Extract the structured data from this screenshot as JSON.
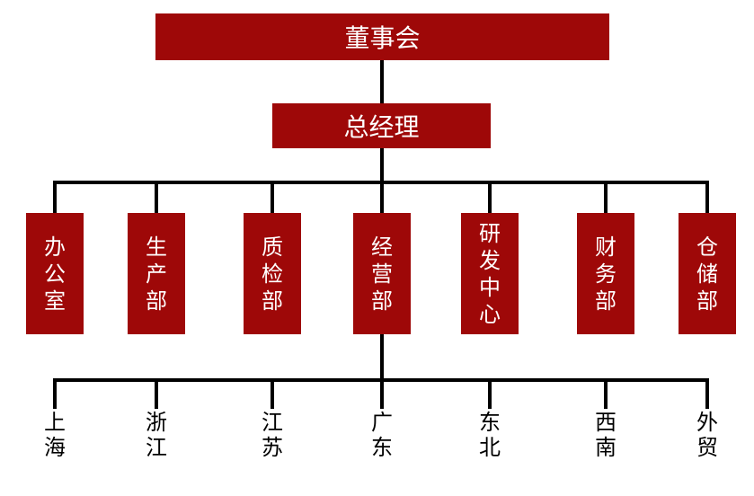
{
  "page": {
    "background_color": "#FFFFFF",
    "type": "organization-chart"
  },
  "colors": {
    "node_fill": "#9E0808",
    "node_text": "#FFFFFF",
    "connector_line": "#000000",
    "region_label_text": "#000000"
  },
  "org_chart": {
    "root": {
      "label": "董事会"
    },
    "manager": {
      "label": "总经理"
    },
    "departments": [
      {
        "label": "办公室"
      },
      {
        "label": "生产部"
      },
      {
        "label": "质检部"
      },
      {
        "label": "经营部"
      },
      {
        "label": "研发中心"
      },
      {
        "label": "财务部"
      },
      {
        "label": "仓储部"
      }
    ],
    "regions_parent": "经营部",
    "regions": [
      {
        "label": "上海"
      },
      {
        "label": "浙江"
      },
      {
        "label": "江苏"
      },
      {
        "label": "广东"
      },
      {
        "label": "东北"
      },
      {
        "label": "西南"
      },
      {
        "label": "外贸"
      }
    ]
  }
}
